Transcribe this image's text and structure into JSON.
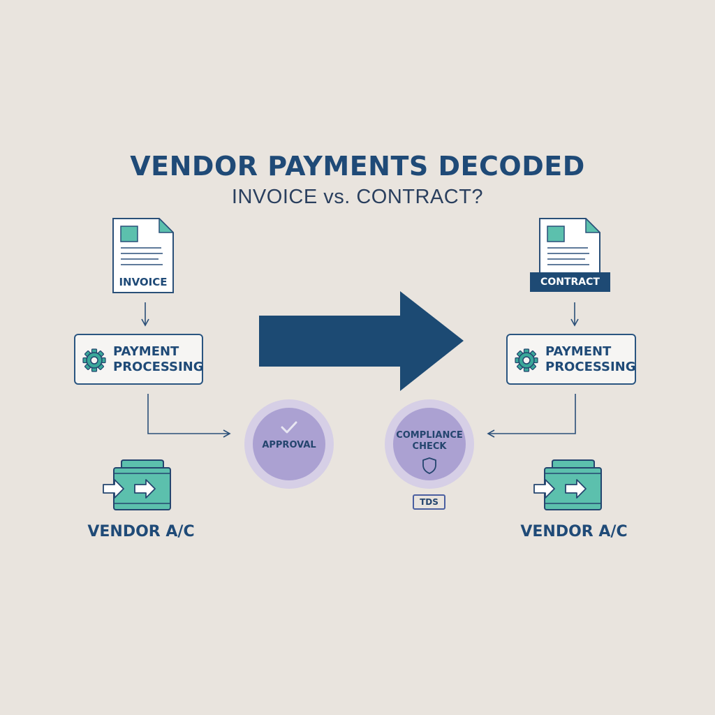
{
  "title": "VENDOR PAYMENTS DECODED",
  "subtitle": "INVOICE vs. CONTRACT?",
  "left": {
    "document_label": "INVOICE",
    "process_line1": "PAYMENT",
    "process_line2": "PROCESSING",
    "step_label": "APPROVAL",
    "account_label": "VENDOR A/C"
  },
  "right": {
    "document_label": "CONTRACT",
    "process_line1": "PAYMENT",
    "process_line2": "PROCESSING",
    "step_line1": "COMPLIANCE",
    "step_line2": "CHECK",
    "tag_label": "TDS",
    "account_label": "VENDOR A/C"
  },
  "icons": {
    "document": "document-icon",
    "gear": "gear-icon",
    "check": "checkmark-icon",
    "shield": "shield-icon",
    "account": "vendor-account-icon",
    "big_arrow": "right-arrow-icon"
  },
  "colors": {
    "navy": "#1e4a74",
    "teal": "#5cc0ad",
    "lavender": "#a99ed1",
    "background": "#e9e4de"
  }
}
